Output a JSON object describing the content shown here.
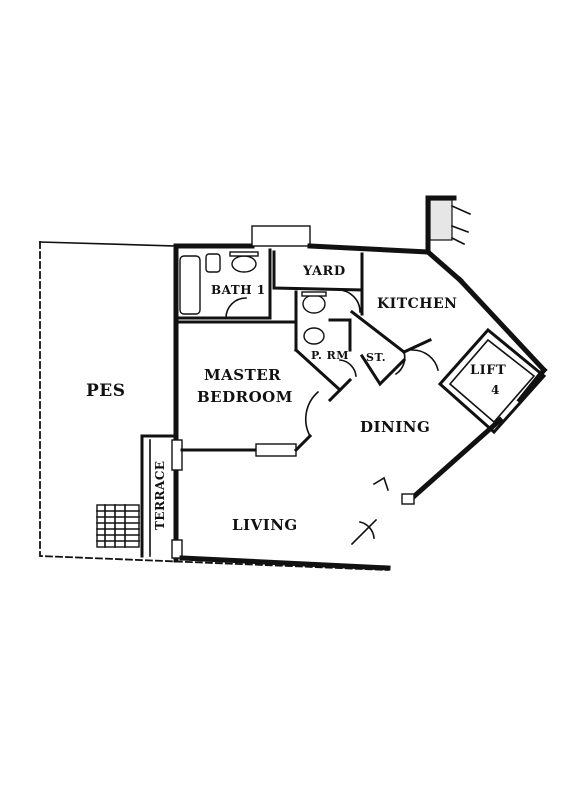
{
  "rooms": {
    "pes": "PES",
    "terrace": "TERRACE",
    "bath": "BATH 1",
    "yard": "YARD",
    "kitchen": "KITCHEN",
    "master_line1": "MASTER",
    "master_line2": "BEDROOM",
    "powder": "P. RM",
    "store": "ST.",
    "lift_line1": "LIFT",
    "lift_line2": "4",
    "dining": "DINING",
    "living": "LIVING"
  },
  "colors": {
    "ink": "#111111",
    "paper": "#ffffff"
  }
}
